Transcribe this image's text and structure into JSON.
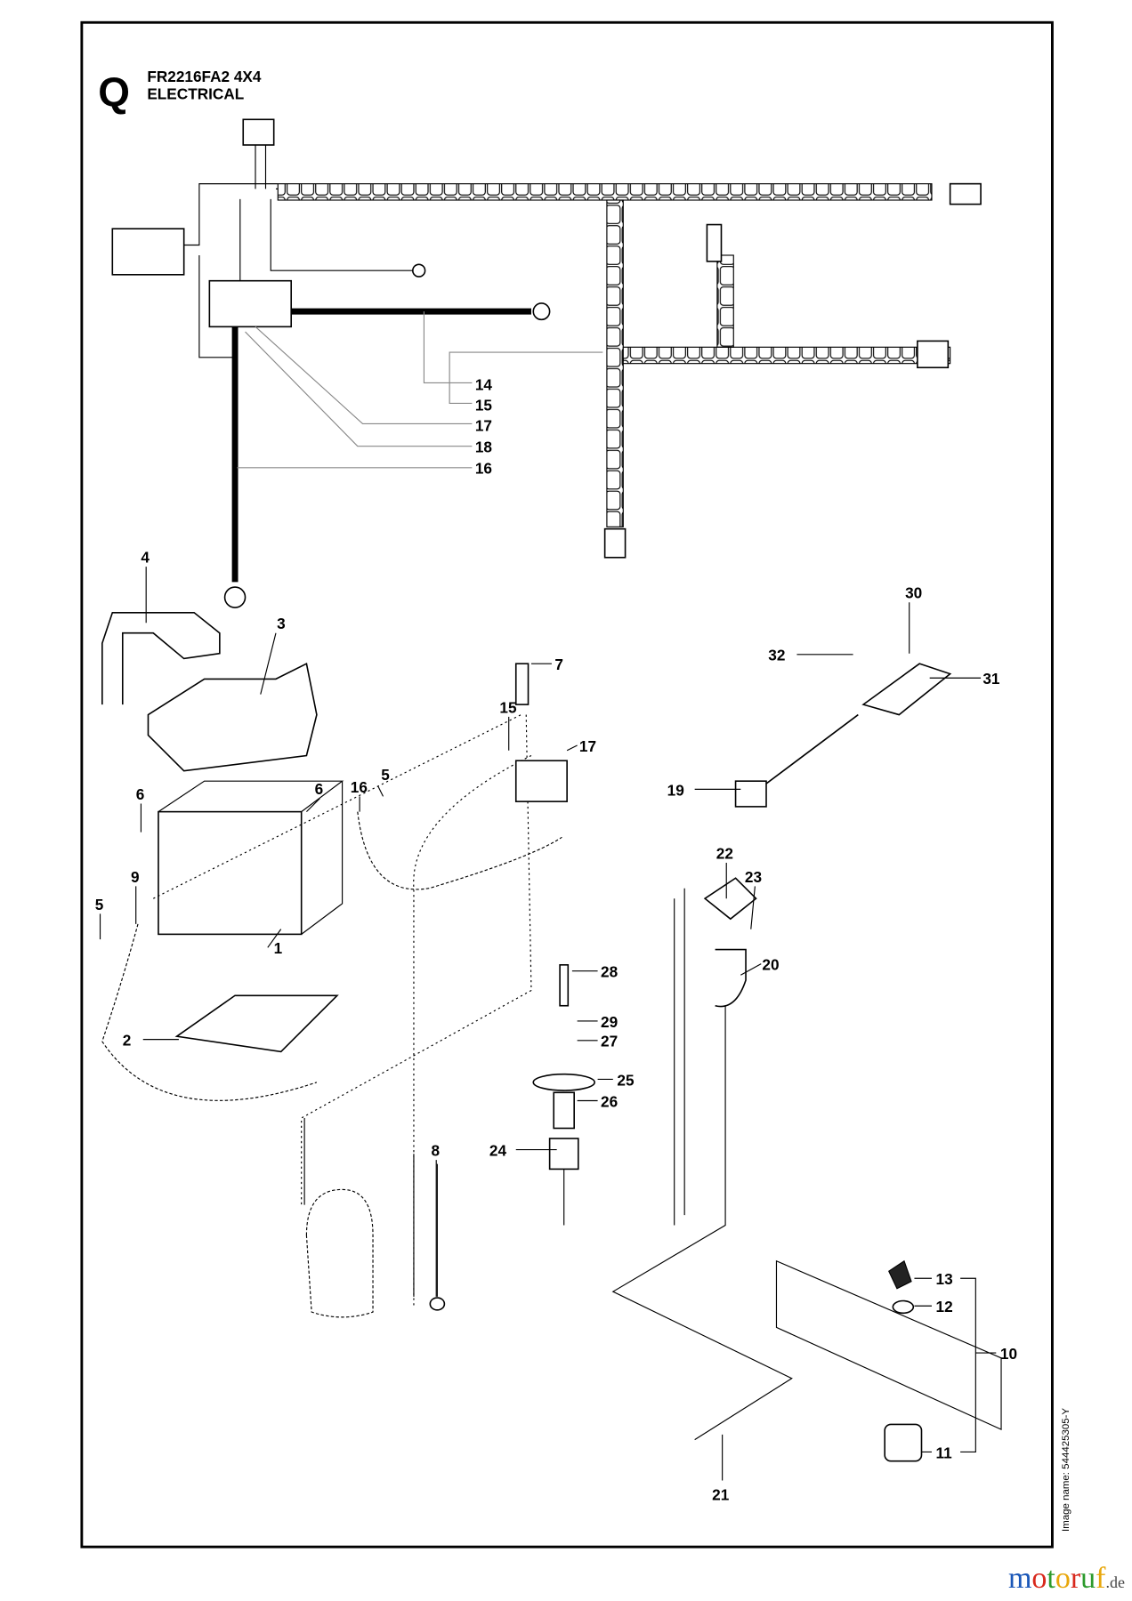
{
  "header": {
    "section_letter": "Q",
    "model": "FR2216FA2 4X4",
    "title": "ELECTRICAL"
  },
  "image_name": "Image name: 544425305-Y",
  "logo": {
    "text": "motoruf",
    "suffix": ".de",
    "letters_colors": [
      "#1a57b8",
      "#d8281c",
      "#2d9a2d",
      "#e8a70c",
      "#d8281c",
      "#2d9a2d",
      "#e8a70c"
    ]
  },
  "callouts": [
    "14",
    "15",
    "17",
    "18",
    "16",
    "4",
    "3",
    "7",
    "15",
    "17",
    "6",
    "6",
    "16",
    "5",
    "9",
    "5",
    "1",
    "2",
    "30",
    "32",
    "31",
    "19",
    "22",
    "23",
    "20",
    "28",
    "29",
    "27",
    "25",
    "26",
    "24",
    "8",
    "13",
    "12",
    "10",
    "11",
    "21"
  ]
}
